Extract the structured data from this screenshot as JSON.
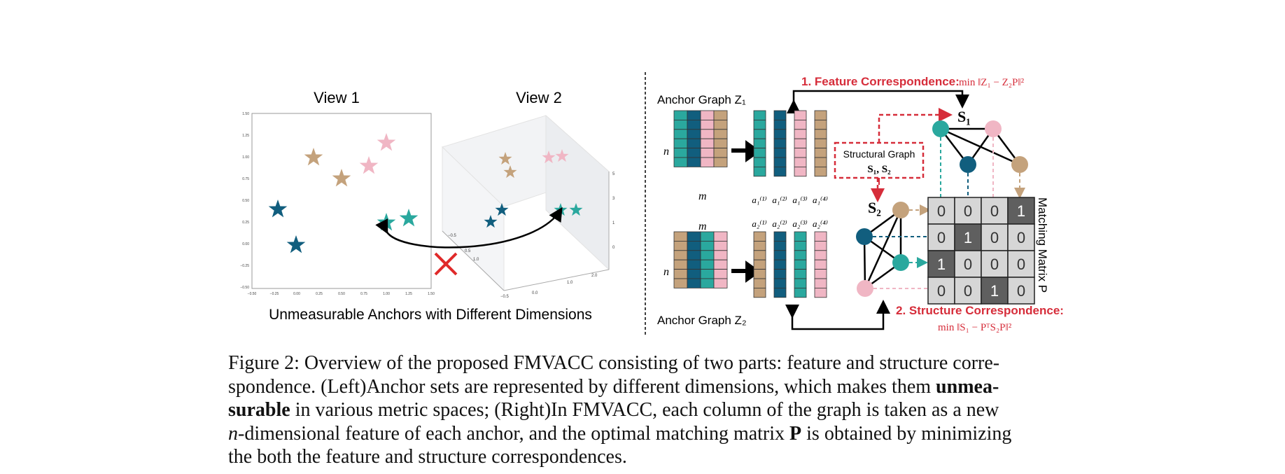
{
  "left_panel": {
    "view1_title": "View 1",
    "view2_title": "View 2",
    "bottom_label": "Unmeasurable Anchors with Different Dimensions",
    "view1_xticks": [
      "−0.50",
      "−0.25",
      "0.00",
      "0.25",
      "0.50",
      "0.75",
      "1.00",
      "1.25",
      "1.50"
    ],
    "view1_yticks": [
      "1.50",
      "1.25",
      "1.00",
      "0.75",
      "0.50",
      "0.25",
      "0.00",
      "−0.25",
      "−0.50"
    ],
    "star_colors": {
      "tan": "#c4a27c",
      "teal": "#2aa89e",
      "navy": "#115e7e",
      "pink": "#f0b6c4"
    },
    "cross_color": "#e02a2a"
  },
  "right_panel": {
    "anchor_graph_z1": "Anchor Graph Z₁",
    "anchor_graph_z2": "Anchor Graph Z₂",
    "n_label": "n",
    "m_label": "m",
    "a1_labels": [
      "a₁⁽¹⁾",
      "a₁⁽²⁾",
      "a₁⁽³⁾",
      "a₁⁽⁴⁾"
    ],
    "a2_labels": [
      "a₂⁽¹⁾",
      "a₂⁽²⁾",
      "a₂⁽³⁾",
      "a₂⁽⁴⁾"
    ],
    "feature_corr_label": "1. Feature Correspondence:",
    "feature_corr_formula": "min ‖Z₁ − Z₂P‖²",
    "structure_corr_label": "2. Structure  Correspondence:",
    "structure_corr_formula": "min ‖S₁ − PᵀS₂P‖²",
    "structural_graph_line1": "Structural Graph",
    "structural_graph_line2": "S₁, S₂",
    "s1_label": "S₁",
    "s2_label": "S₂",
    "matching_matrix_label": "Matching Matrix P",
    "matrix": [
      [
        0,
        0,
        0,
        1
      ],
      [
        0,
        1,
        0,
        0
      ],
      [
        1,
        0,
        0,
        0
      ],
      [
        0,
        0,
        1,
        0
      ]
    ],
    "accent_red": "#d62d3a"
  },
  "caption": {
    "line1": "Figure 2: Overview of the proposed FMVACC consisting of two parts: feature and structure corre-",
    "line2_a": "spondence. (Left)Anchor sets are represented by different dimensions, which makes them ",
    "line2_b": "unmea-",
    "line3_a": "surable",
    "line3_b": " in various metric spaces; (Right)In FMVACC, each column of the graph is taken as a new",
    "line4_a": "n",
    "line4_b": "-dimensional feature of each anchor, and the optimal matching matrix ",
    "line4_c": "P",
    "line4_d": " is obtained by minimizing",
    "line5": "the both the feature and structure correspondences."
  }
}
